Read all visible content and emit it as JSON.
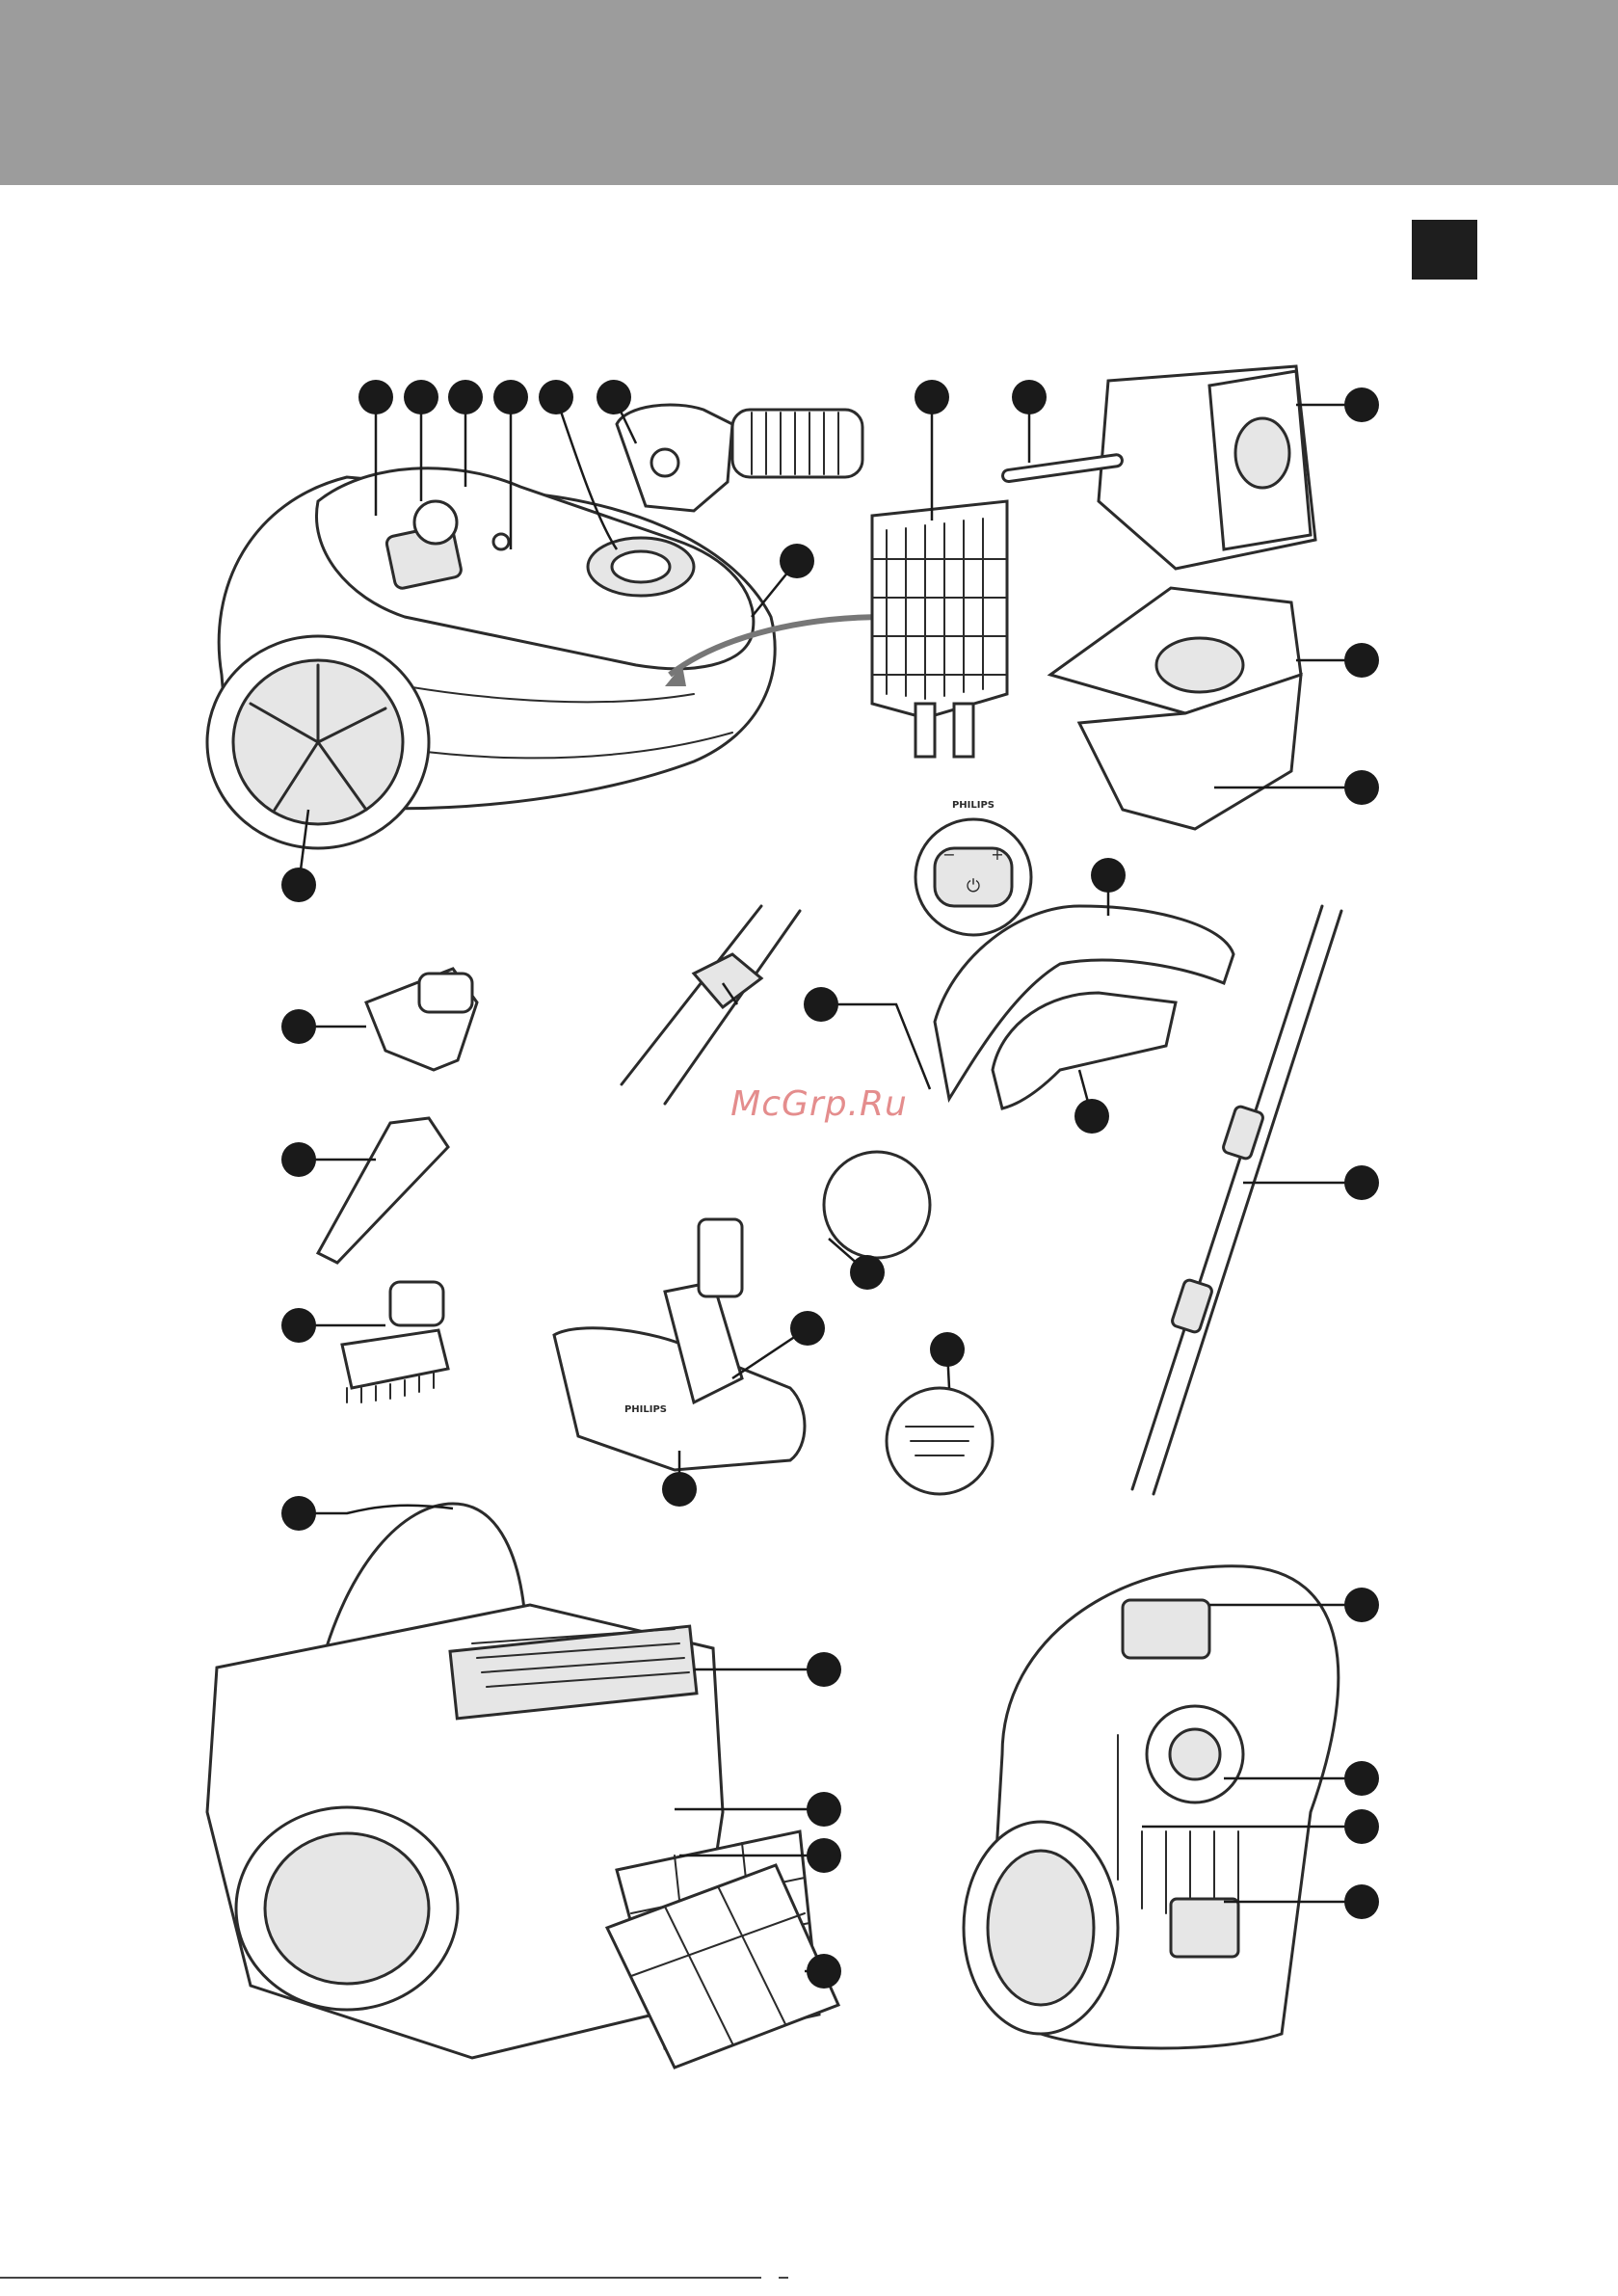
{
  "watermark": "McGrp.Ru",
  "brand_marks": {
    "remote": "PHILIPS",
    "nozzle": "PHILIPS"
  },
  "remote_buttons": {
    "minus": "−",
    "plus": "+",
    "power": "⏻"
  },
  "colors": {
    "header_band": "#9c9c9c",
    "corner_square": "#1e1e1e",
    "callout_dot": "#1a1a1a",
    "line_art": "#2b2b2b",
    "arrow": "#777777",
    "watermark": "#e07a7a"
  }
}
